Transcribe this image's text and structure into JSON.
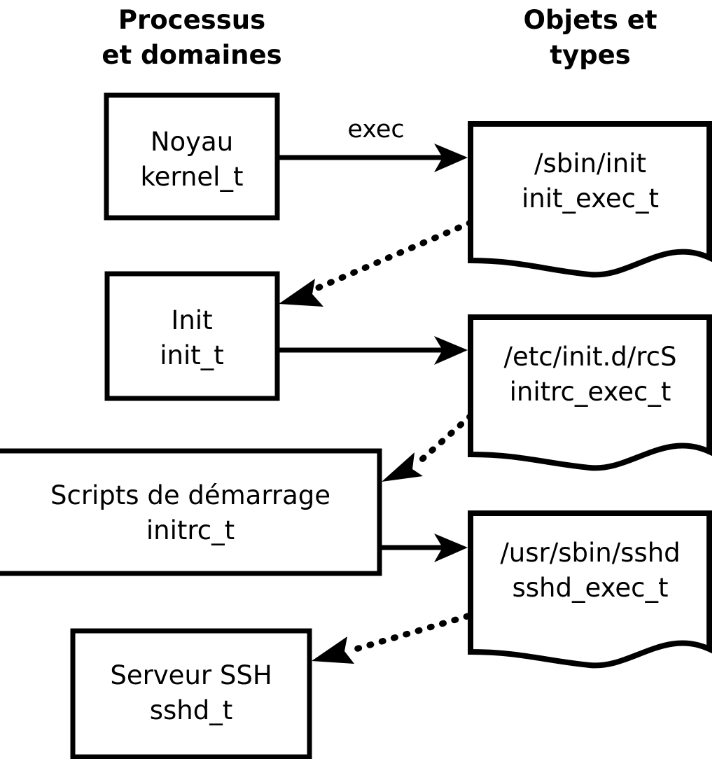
{
  "diagram": {
    "title_left": "Processus\net domaines",
    "headers": {
      "left": {
        "line1": "Processus",
        "line2": "et domaines"
      },
      "right": {
        "line1": "Objets et",
        "line2": "types"
      }
    },
    "colors": {
      "background": "#ffffff",
      "stroke": "#000000",
      "text": "#000000",
      "fill": "#ffffff"
    },
    "processes": [
      {
        "id": "kernel",
        "line1": "Noyau",
        "line2": "kernel_t"
      },
      {
        "id": "init",
        "line1": "Init",
        "line2": "init_t"
      },
      {
        "id": "initrc",
        "line1": "Scripts de démarrage",
        "line2": "initrc_t"
      },
      {
        "id": "sshd",
        "line1": "Serveur SSH",
        "line2": "sshd_t"
      }
    ],
    "objects": [
      {
        "id": "init_exec",
        "line1": "/sbin/init",
        "line2": "init_exec_t"
      },
      {
        "id": "initrc_exec",
        "line1": "/etc/init.d/rcS",
        "line2": "initrc_exec_t"
      },
      {
        "id": "sshd_exec",
        "line1": "/usr/sbin/sshd",
        "line2": "sshd_exec_t"
      }
    ],
    "edges": [
      {
        "id": "kernel-exec-init_exec",
        "from": "kernel",
        "to": "init_exec",
        "style": "solid",
        "label": "exec"
      },
      {
        "id": "init_exec-transition",
        "from": "init_exec",
        "to": "init",
        "style": "dotted",
        "label": ""
      },
      {
        "id": "init-exec-initrc_exec",
        "from": "init",
        "to": "initrc_exec",
        "style": "solid",
        "label": ""
      },
      {
        "id": "initrc_exec-transition",
        "from": "initrc_exec",
        "to": "initrc",
        "style": "dotted",
        "label": ""
      },
      {
        "id": "initrc-exec-sshd_exec",
        "from": "initrc",
        "to": "sshd_exec",
        "style": "solid",
        "label": ""
      },
      {
        "id": "sshd_exec-transition",
        "from": "sshd_exec",
        "to": "sshd",
        "style": "dotted",
        "label": ""
      }
    ]
  }
}
